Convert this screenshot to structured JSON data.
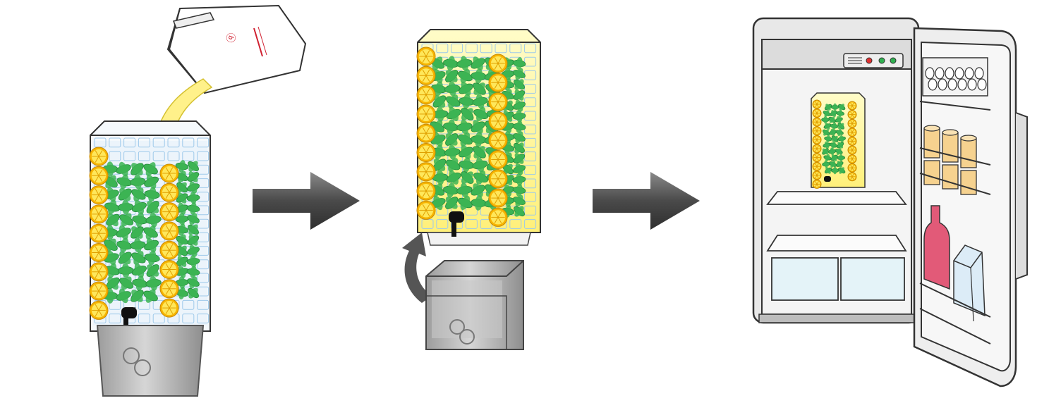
{
  "steps": [
    {
      "id": "pour-mix",
      "icon": "dispenser-with-ice-lemons-mint-pour-icon"
    },
    {
      "id": "remove-base",
      "icon": "dispenser-lifted-off-base-icon"
    },
    {
      "id": "refrigerate",
      "icon": "open-refrigerator-with-dispenser-icon"
    }
  ],
  "arrows": [
    "right-arrow-icon",
    "right-arrow-icon"
  ],
  "colors": {
    "lemon": "#f7b500",
    "lemon_light": "#ffe75a",
    "liquid": "#fff39a",
    "mint": "#3cb454",
    "ice": "#cfe6f8",
    "steel": "#b5b5b5",
    "arrow": "#555555",
    "bottle": "#e25a78",
    "egg": "#ffffff",
    "can": "#f6d28f"
  }
}
